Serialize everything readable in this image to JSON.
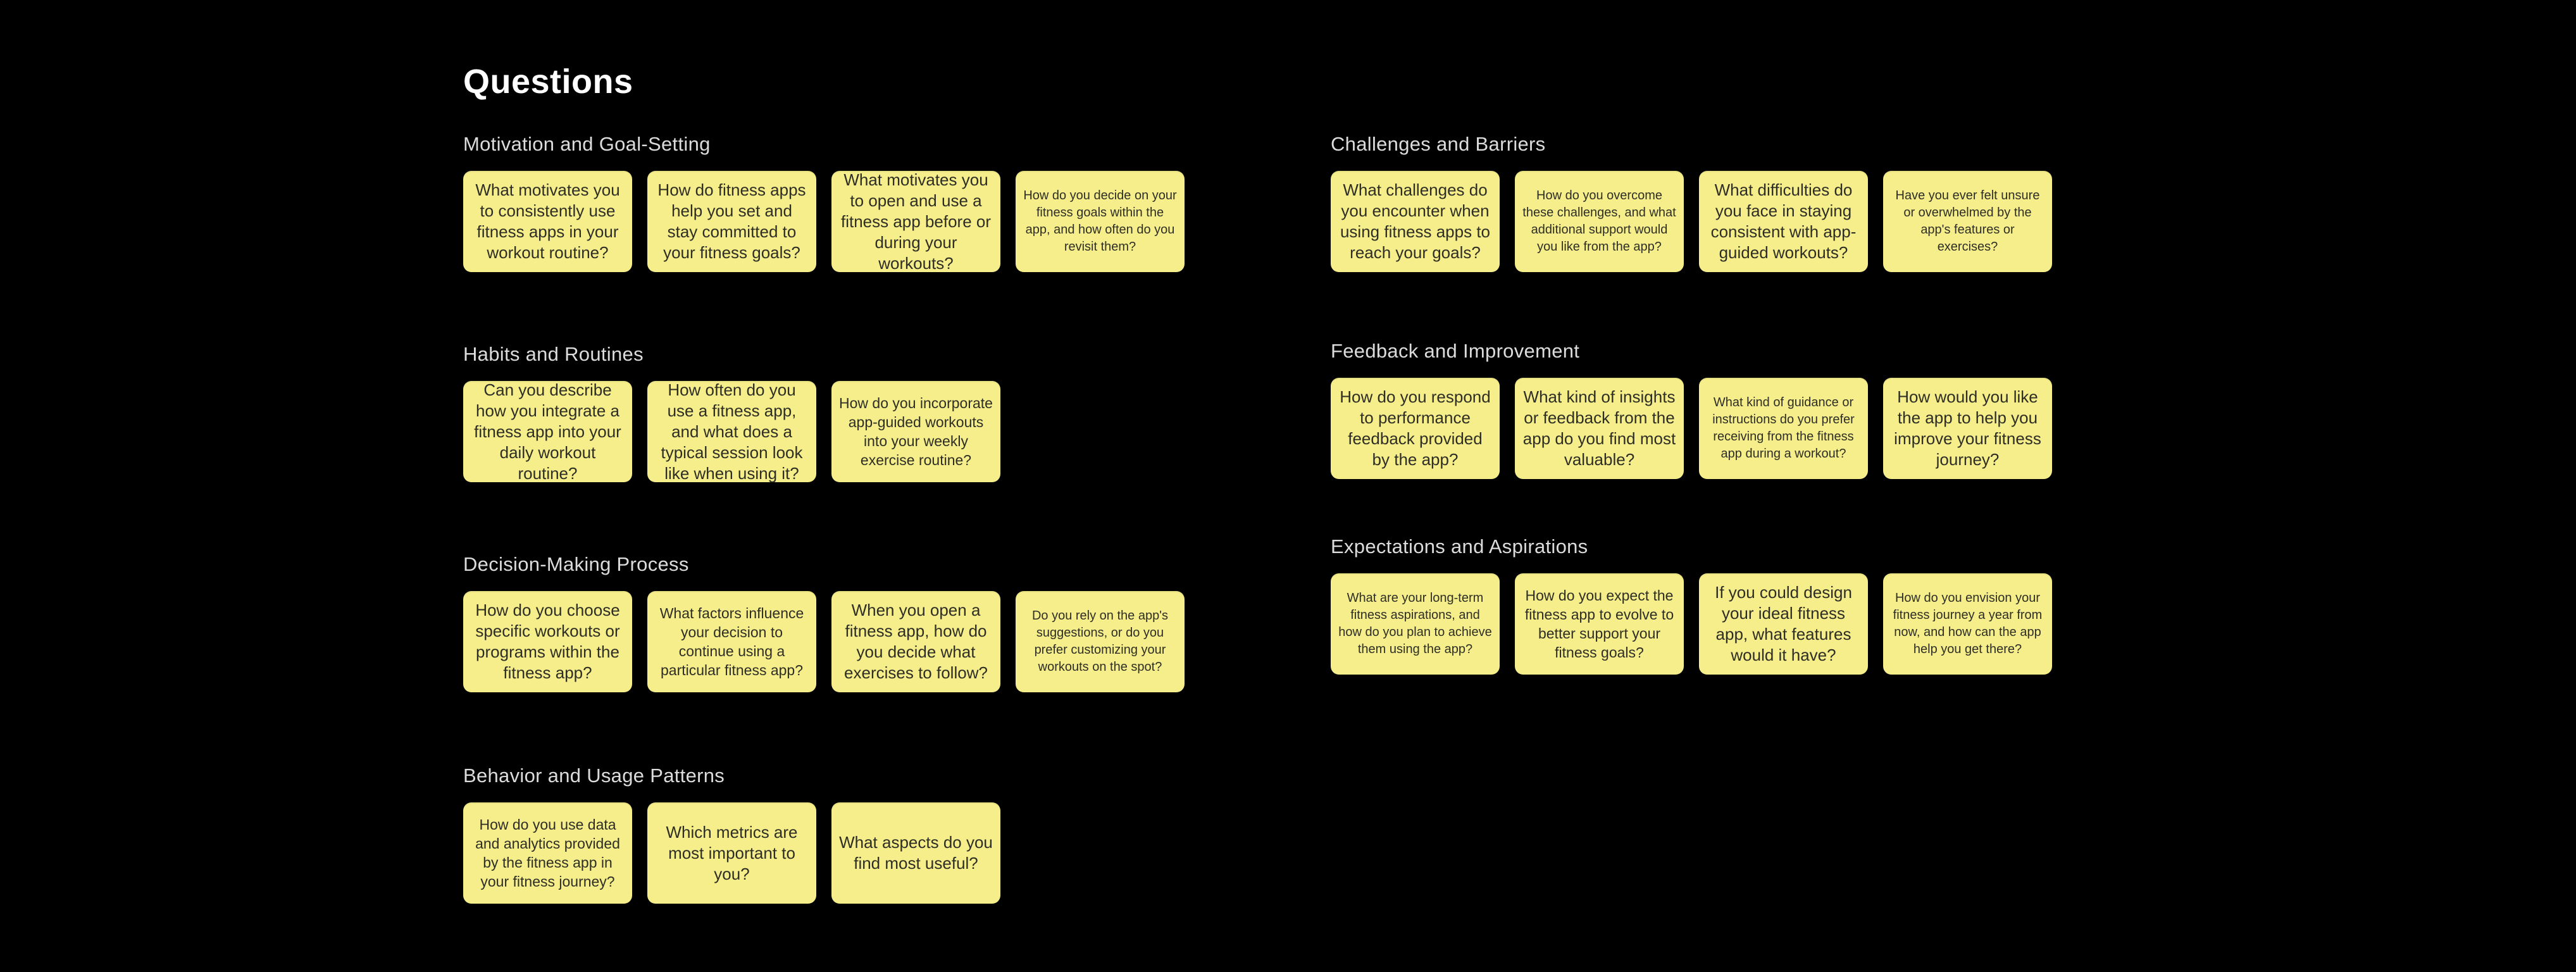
{
  "title": "Questions",
  "colors": {
    "background": "#000000",
    "sticky": "#F5EE8A",
    "sticky_text": "#2E2E26",
    "heading": "#DCDCDC",
    "title": "#FFFFFF"
  },
  "sections": [
    {
      "id": "motivation-and-goal-setting",
      "heading": "Motivation and Goal-Setting",
      "notes": [
        {
          "text": "What motivates you to consistently use fitness apps in your workout routine?",
          "size": "lg"
        },
        {
          "text": "How do fitness apps help you set and stay committed to your fitness goals?",
          "size": "lg"
        },
        {
          "text": "What motivates you to open and use a fitness app before or during your workouts?",
          "size": "lg"
        },
        {
          "text": "How do you decide on your fitness goals within the app, and how often do you revisit them?",
          "size": "sm"
        }
      ]
    },
    {
      "id": "challenges-and-barriers",
      "heading": "Challenges and Barriers",
      "notes": [
        {
          "text": "What challenges do you encounter when using fitness apps to reach your goals?",
          "size": "lg"
        },
        {
          "text": "How do you overcome these challenges, and what additional support would you like from the app?",
          "size": "sm"
        },
        {
          "text": "What difficulties do you face in staying consistent with app-guided workouts?",
          "size": "lg"
        },
        {
          "text": "Have you ever felt unsure or overwhelmed by the app's features or exercises?",
          "size": "sm"
        }
      ]
    },
    {
      "id": "habits-and-routines",
      "heading": "Habits and Routines",
      "notes": [
        {
          "text": "Can you describe how you integrate a fitness app into your daily workout routine?",
          "size": "lg"
        },
        {
          "text": "How often do you use a fitness app, and what does a typical session look like when using it?",
          "size": "lg"
        },
        {
          "text": "How do you incorporate app-guided workouts into your weekly exercise routine?",
          "size": "md"
        }
      ]
    },
    {
      "id": "feedback-and-improvement",
      "heading": "Feedback and Improvement",
      "notes": [
        {
          "text": "How do you respond to performance feedback provided by the app?",
          "size": "lg"
        },
        {
          "text": "What kind of insights or feedback from the app do you find most valuable?",
          "size": "lg"
        },
        {
          "text": "What kind of guidance or instructions do you prefer receiving from the fitness app during a workout?",
          "size": "sm"
        },
        {
          "text": "How would you like the app to help you improve your fitness journey?",
          "size": "lg"
        }
      ]
    },
    {
      "id": "decision-making-process",
      "heading": "Decision-Making Process",
      "notes": [
        {
          "text": "How do you choose specific workouts or programs within the fitness app?",
          "size": "lg"
        },
        {
          "text": "What factors influence your decision to continue using a particular fitness app?",
          "size": "md"
        },
        {
          "text": "When you open a fitness app, how do you decide what exercises to follow?",
          "size": "lg"
        },
        {
          "text": "Do you rely on the app's suggestions, or do you prefer customizing your workouts on the spot?",
          "size": "sm"
        }
      ]
    },
    {
      "id": "expectations-and-aspirations",
      "heading": "Expectations and Aspirations",
      "notes": [
        {
          "text": "What are your long-term fitness aspirations, and how do you plan to achieve them using the app?",
          "size": "sm"
        },
        {
          "text": "How do you expect the fitness app to evolve to better support your fitness goals?",
          "size": "md"
        },
        {
          "text": "If you could design your ideal fitness app, what features would it have?",
          "size": "lg"
        },
        {
          "text": "How do you envision your fitness journey a year from now, and how can the app help you get there?",
          "size": "sm"
        }
      ]
    },
    {
      "id": "behavior-and-usage-patterns",
      "heading": "Behavior and Usage Patterns",
      "notes": [
        {
          "text": "How do you use data and analytics provided by the fitness app in your fitness journey?",
          "size": "md"
        },
        {
          "text": "Which metrics are most important to you?",
          "size": "lg"
        },
        {
          "text": "What aspects do you find most useful?",
          "size": "lg"
        }
      ]
    }
  ]
}
